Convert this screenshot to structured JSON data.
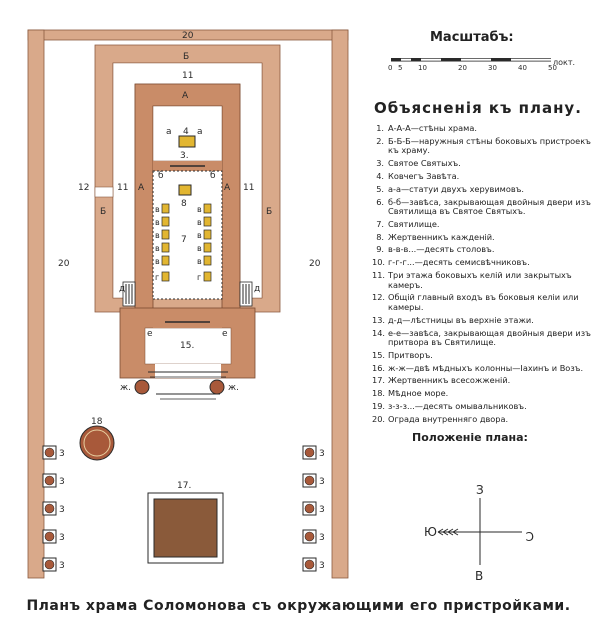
{
  "scale": {
    "title": "Масштабъ:",
    "ticks": [
      "0",
      "5",
      "10",
      "20",
      "30",
      "40",
      "50"
    ],
    "unit": "локт."
  },
  "legend": {
    "title": "Объясненія къ плану.",
    "items": [
      {
        "num": "1.",
        "text": "А-А-А—стѣны храма."
      },
      {
        "num": "2.",
        "text": "Б-Б-Б—наружныя стѣны боковыхъ пристроекъ къ храму."
      },
      {
        "num": "3.",
        "text": "Святое Святыхъ."
      },
      {
        "num": "4.",
        "text": "Ковчегъ Завѣта."
      },
      {
        "num": "5.",
        "text": "а-а—статуи двухъ херувимовъ."
      },
      {
        "num": "6.",
        "text": "б-б—завѣса, закрывающая двойныя двери изъ Святилища въ Святое Святыхъ."
      },
      {
        "num": "7.",
        "text": "Святилище."
      },
      {
        "num": "8.",
        "text": "Жертвенникъ кажденій."
      },
      {
        "num": "9.",
        "text": "в-в-в...—десять столовъ."
      },
      {
        "num": "10.",
        "text": "г-г-г...—десять семисвѣчниковъ."
      },
      {
        "num": "11.",
        "text": "Три этажа боковыхъ келій или закрытыхъ камеръ."
      },
      {
        "num": "12.",
        "text": "Общій главный входъ въ боковыя келіи или камеры."
      },
      {
        "num": "13.",
        "text": "д-д—лѣстницы въ верхніе этажи."
      },
      {
        "num": "14.",
        "text": "е-е—завѣса, закрывающая двойныя двери изъ притвора въ Святилище."
      },
      {
        "num": "15.",
        "text": "Притворъ."
      },
      {
        "num": "16.",
        "text": "ж-ж—двѣ мѣдныхъ колонны—Іахинъ и Возъ."
      },
      {
        "num": "17.",
        "text": "Жертвенникъ всесожженій."
      },
      {
        "num": "18.",
        "text": "Мѣдное море."
      },
      {
        "num": "19.",
        "text": "з-з-з...—десять омывальниковъ."
      },
      {
        "num": "20.",
        "text": "Ограда внутренняго двора."
      }
    ]
  },
  "orientation": {
    "title": "Положеніе плана:",
    "north": "З",
    "south": "В",
    "west": "Ю",
    "east": "С"
  },
  "plan_labels": {
    "courtyard": "20",
    "outer_wall": "Б",
    "side_chambers": "11",
    "temple_wall": "А",
    "holy_of_holies": "3.",
    "ark": "4",
    "cherub": "а",
    "veil_inner": "б",
    "altar_incense": "8",
    "holy_place": "7",
    "table": "в",
    "lampstand": "г",
    "main_entrance": "12",
    "stairs": "д",
    "veil_outer": "е",
    "porch": "15.",
    "pillar": "ж.",
    "sea": "18",
    "altar_burnt": "17.",
    "laver": "3"
  },
  "caption": "Планъ храма Соломонова съ окружающими его пристройками.",
  "colors": {
    "wall_outer": "#d9a98a",
    "wall_inner": "#c98c68",
    "gold": "#e2b631",
    "bronze": "#a8593a",
    "ink": "#2a2a2a"
  }
}
